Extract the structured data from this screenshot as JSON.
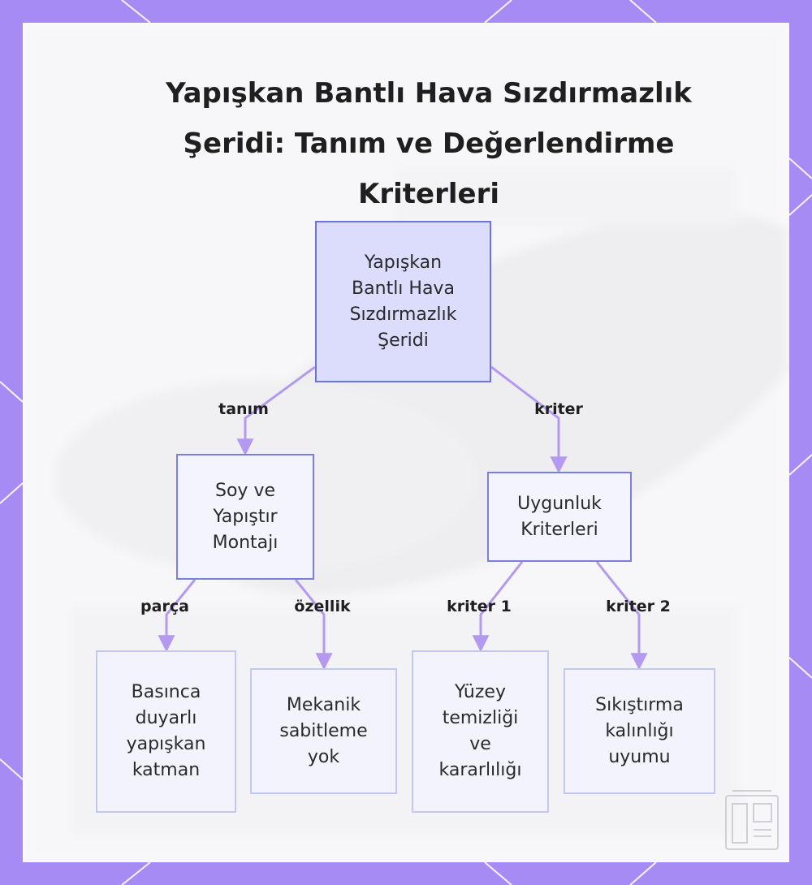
{
  "title": "Yapışkan Bantlı Hava Sızdırmazlık Şeridi: Tanım ve Değerlendirme Kriterleri",
  "colors": {
    "frame": "#a78bf5",
    "root_fill": "#dcdcfd",
    "root_border": "#6c74d8",
    "mid_border": "#7880dc",
    "leaf_border": "#c2c8ee",
    "edge": "#b39af0"
  },
  "nodes": {
    "root": "Yapışkan\nBantlı Hava\nSızdırmazlık\nŞeridi",
    "definition": "Soy ve\nYapıştır\nMontajı",
    "criteria": "Uygunluk\nKriterleri",
    "leaf_pressure": "Basınca\nduyarlı\nyapışkan\nkatman",
    "leaf_mechanical": "Mekanik\nsabitleme\nyok",
    "leaf_surface": "Yüzey\ntemizliği\nve\nkararlılığı",
    "leaf_compression": "Sıkıştırma\nkalınlığı\nuyumu"
  },
  "edge_labels": {
    "tanim": "tanım",
    "kriter": "kriter",
    "parca": "parça",
    "ozellik": "özellik",
    "kriter1": "kriter 1",
    "kriter2": "kriter 2"
  },
  "watermark_icon": "document-grid-icon"
}
